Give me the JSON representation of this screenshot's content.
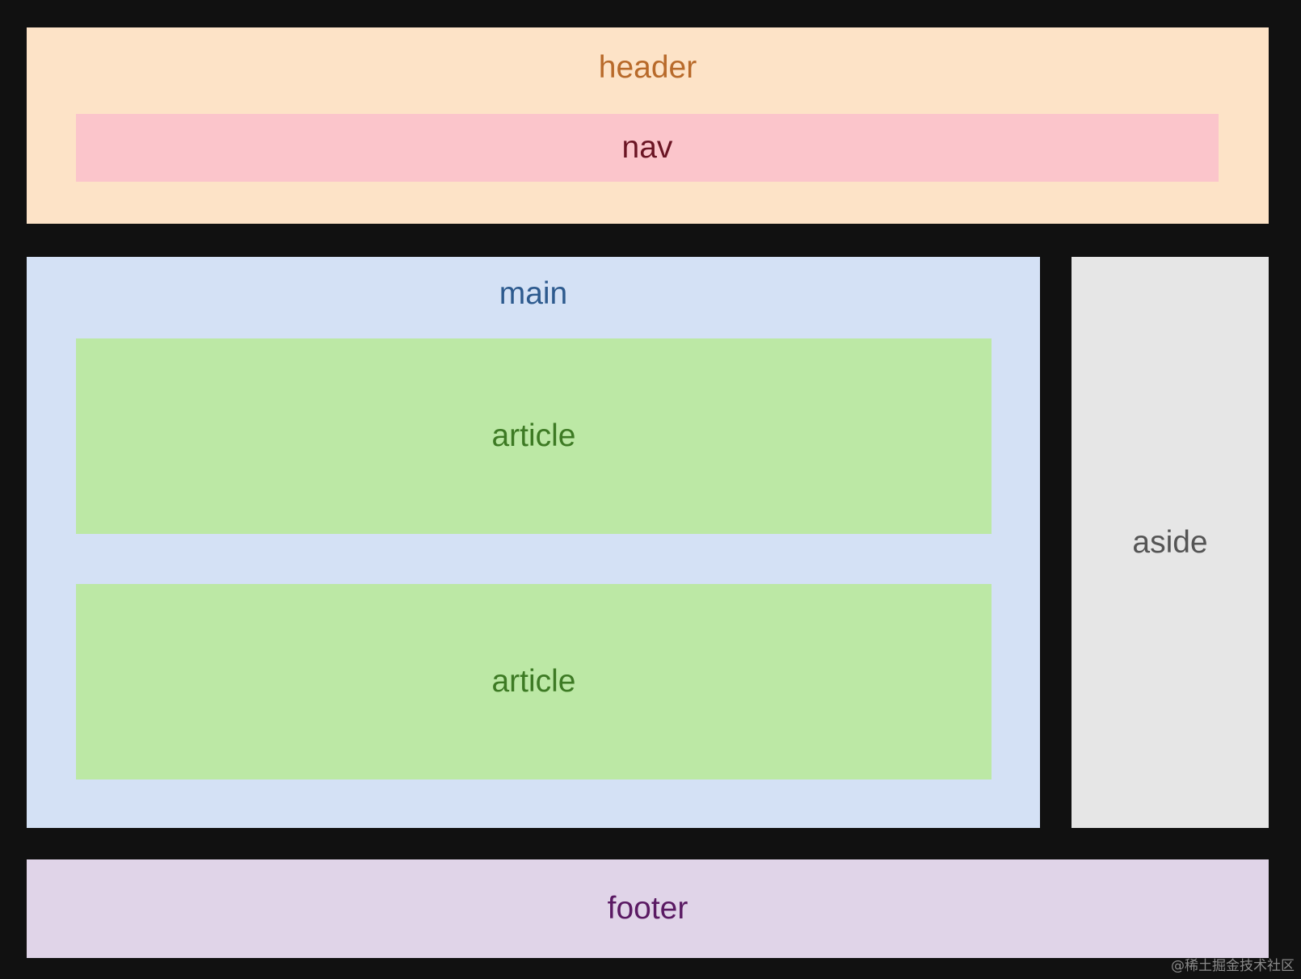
{
  "colors": {
    "background": "#111111",
    "header": "#fde3c7",
    "nav": "#fbc5cb",
    "main": "#d4e1f5",
    "article": "#bce8a5",
    "aside": "#e6e6e6",
    "footer": "#e0d4e8"
  },
  "header": {
    "label": "header",
    "nav": {
      "label": "nav"
    }
  },
  "main": {
    "label": "main",
    "articles": [
      {
        "label": "article"
      },
      {
        "label": "article"
      }
    ]
  },
  "aside": {
    "label": "aside"
  },
  "footer": {
    "label": "footer"
  },
  "watermark": "@稀土掘金技术社区"
}
